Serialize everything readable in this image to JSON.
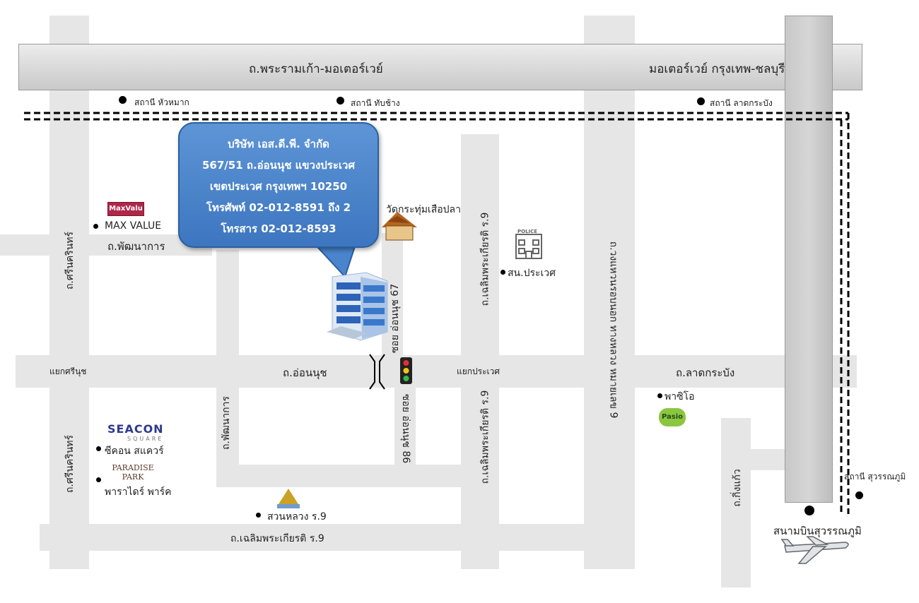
{
  "highways": {
    "rama9": "ถ.พระรามเก้า-มอเตอร์เวย์",
    "motorway": "มอเตอร์เวย์ กรุงเทพ-ชลบุรี"
  },
  "stations": {
    "hua_mak": "สถานี หัวหมาก",
    "thap_chang": "สถานี ทับช้าง",
    "lat_krabang": "สถานี ลาดกระบัง",
    "suvarnabhumi": "สถานี สุวรรณภูมิ"
  },
  "company": {
    "name": "บริษัท เอส.ดี.พี. จำกัด",
    "address1": "567/51 ถ.อ่อนนุช แขวงประเวศ",
    "address2": "เขตประเวศ กรุงเทพฯ 10250",
    "phone": "โทรศัพท์ 02-012-8591 ถึง 2",
    "fax": "โทรสาร 02-012-8593"
  },
  "roads": {
    "srinakarin": "ถ.ศรีนครินทร์",
    "phatthanakan": "ถ.พัฒนาการ",
    "on_nut": "ถ.อ่อนนุช",
    "lat_krabang": "ถ.ลาดกระบัง",
    "soi67": "ซอย อ่อนนุช 67",
    "soi86": "ซอย อ่อนนุช 86",
    "chaloem_r9": "ถ.เฉลิมพระเกียรติ ร.9",
    "ring_road": "ถ.วงแหวนรอบนอก ทางหลวง หมายเลข 9",
    "king_kaew": "ถ.กิ่งแก้ว"
  },
  "junctions": {
    "srinut": "แยกศรีนุช",
    "prawet": "แยกประเวศ"
  },
  "places": {
    "max_value_logo": "MaxValu",
    "max_value": "MAX VALUE",
    "wat": "วัดกระทุ่มเสือปลา",
    "police": "สน.ประเวศ",
    "police_sign": "POLICE",
    "seacon_logo": "SEACON",
    "seacon_logo_sub": "SQUARE",
    "seacon": "ซีคอน สแควร์",
    "paradise_logo": "PARADISE PARK",
    "paradise": "พาราไดร์ พาร์ค",
    "suan_luang": "สวนหลวง ร.9",
    "pasio": "พาซิโอ",
    "pasio_logo": "Pasio",
    "airport": "สนามบินสุวรรณภูมิ"
  },
  "colors": {
    "bubble": "#4a84cc",
    "road": "#e6e6e6",
    "highway": "#cfcfcf",
    "maxvalue_brand": "#b0264a",
    "pasio_brand": "#8cc63f"
  }
}
